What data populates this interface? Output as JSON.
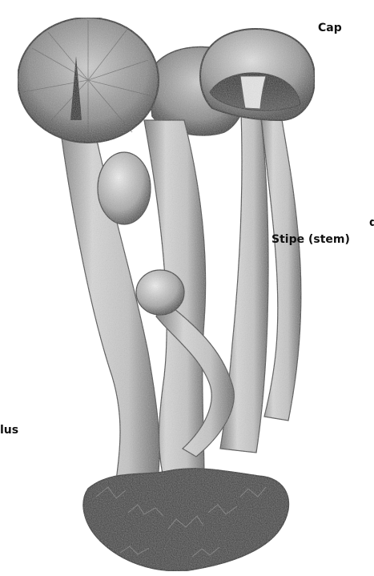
{
  "labels": {
    "cap": "Cap",
    "stipe": "Stipe (stem)",
    "cut_right": "d",
    "cut_left": "lus"
  }
}
